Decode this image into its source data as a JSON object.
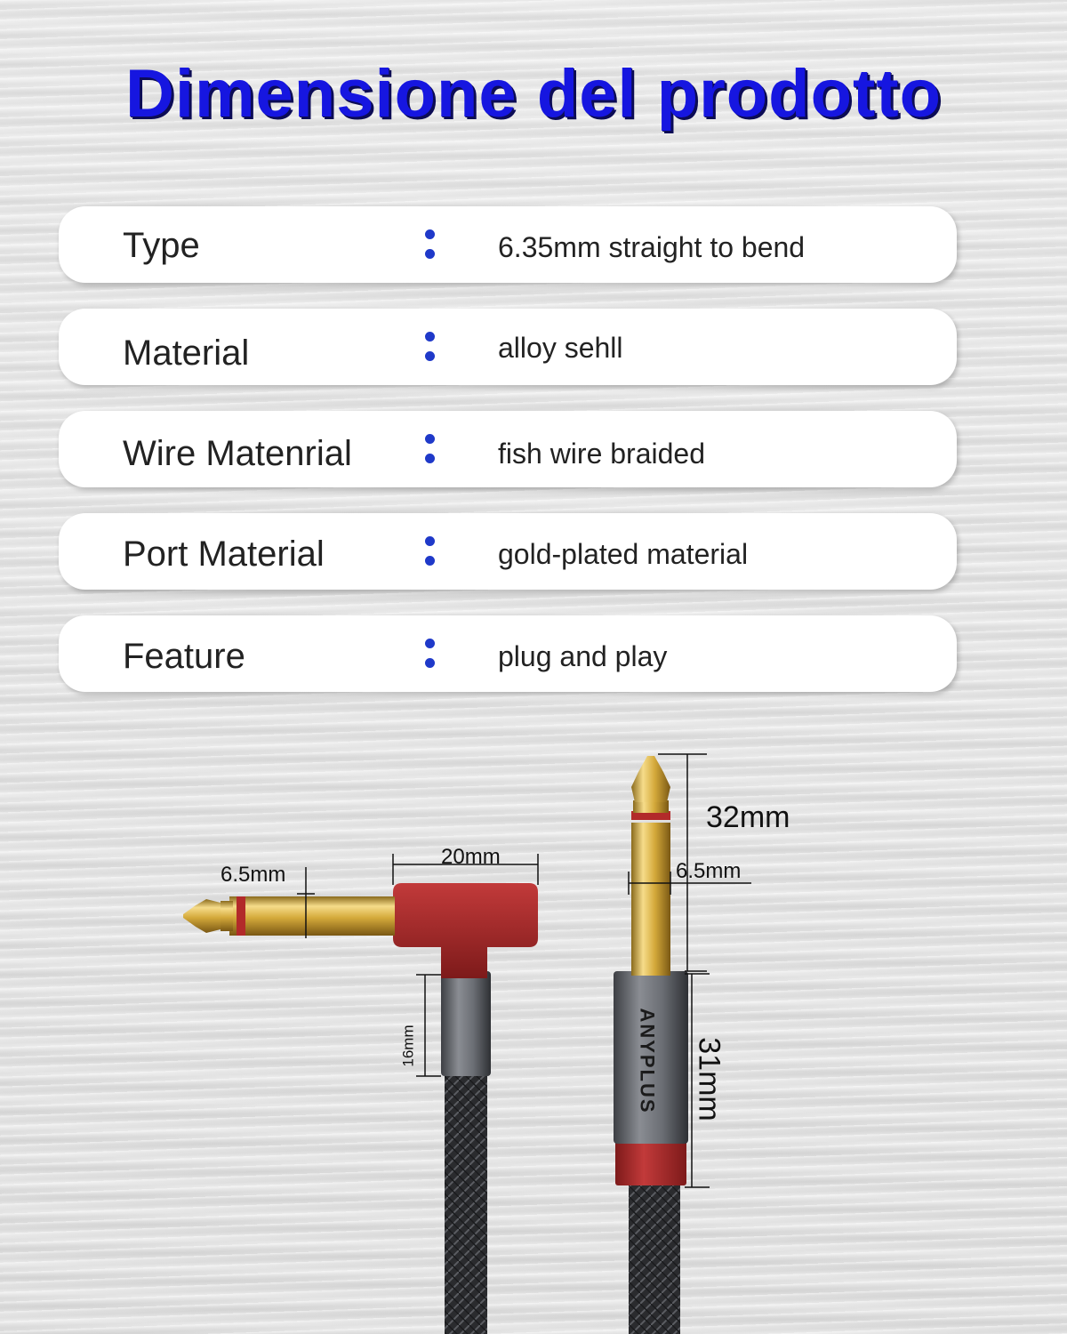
{
  "title": "Dimensione del prodotto",
  "specs": [
    {
      "label": "Type",
      "value": "6.35mm straight to bend"
    },
    {
      "label": "Material",
      "value": "alloy sehll"
    },
    {
      "label": "Wire Matenrial",
      "value": "fish wire braided"
    },
    {
      "label": "Port Material",
      "value": "gold-plated material"
    },
    {
      "label": "Feature",
      "value": "plug and play"
    }
  ],
  "dimensions": {
    "angled_tip_diameter": "6.5mm",
    "angled_head_width": "20mm",
    "angled_sleeve_length": "16mm",
    "straight_pin_length": "32mm",
    "straight_tip_diameter": "6.5mm",
    "straight_body_length": "31mm"
  },
  "brand_text": "ANYPLUS",
  "colors": {
    "title": "#1616e0",
    "accent_red": "#a82a2a",
    "gold": "#d4a93a",
    "colon_dots": "#1f39c9"
  }
}
